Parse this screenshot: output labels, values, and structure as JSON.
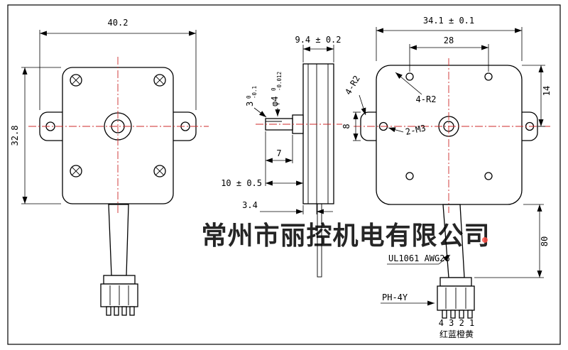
{
  "watermark": {
    "text": "常州市丽控机电有限公司",
    "color": "#ff5147"
  },
  "front_view": {
    "dim_width": "40.2",
    "dim_height": "32.8"
  },
  "side_view": {
    "dim_depth": "9.4 ± 0.2",
    "flat": {
      "main": "3",
      "upper": "0",
      "lower": "-0.1"
    },
    "shaft_dia": {
      "main": "φ4",
      "upper": "0",
      "lower": "-0.012"
    },
    "dim_shaft_length": "7",
    "dim_shaft_total": "10 ± 0.5",
    "dim_flange": "3.4"
  },
  "back_view": {
    "dim_width": "34.1 ± 0.1",
    "dim_hole_spacing": "28",
    "dim_top_to_center": "14",
    "dim_ear_height": "8",
    "radius_label_1": "4-R2",
    "radius_label_2": "4-R2",
    "thread_label": "2-M3",
    "dim_lead_length": "80",
    "wire_spec": "UL1061 AWG26",
    "connector_label": "PH-4Y",
    "pin_numbers": "4 3 2 1",
    "wire_colors": "红蓝橙黄"
  }
}
